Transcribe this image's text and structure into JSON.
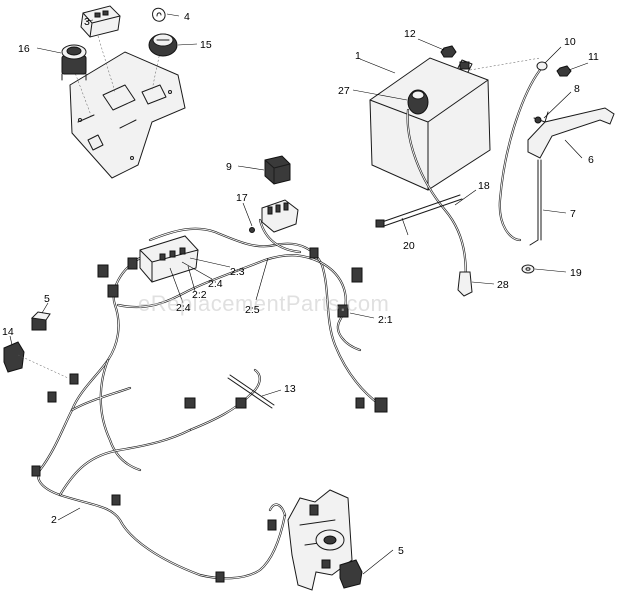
{
  "watermark": "eReplacementParts.com",
  "callouts": [
    {
      "id": "c1",
      "text": "1"
    },
    {
      "id": "c2",
      "text": "2"
    },
    {
      "id": "c2_1",
      "text": "2:1"
    },
    {
      "id": "c2_2",
      "text": "2:2"
    },
    {
      "id": "c2_3",
      "text": "2:3"
    },
    {
      "id": "c2_4a",
      "text": "2:4"
    },
    {
      "id": "c2_4b",
      "text": "2:4"
    },
    {
      "id": "c2_5",
      "text": "2:5"
    },
    {
      "id": "c3",
      "text": "3"
    },
    {
      "id": "c4",
      "text": "4"
    },
    {
      "id": "c5a",
      "text": "5"
    },
    {
      "id": "c5b",
      "text": "5"
    },
    {
      "id": "c6",
      "text": "6"
    },
    {
      "id": "c7",
      "text": "7"
    },
    {
      "id": "c8",
      "text": "8"
    },
    {
      "id": "c9",
      "text": "9"
    },
    {
      "id": "c10",
      "text": "10"
    },
    {
      "id": "c11",
      "text": "11"
    },
    {
      "id": "c12",
      "text": "12"
    },
    {
      "id": "c13",
      "text": "13"
    },
    {
      "id": "c14",
      "text": "14"
    },
    {
      "id": "c15",
      "text": "15"
    },
    {
      "id": "c16",
      "text": "16"
    },
    {
      "id": "c17",
      "text": "17"
    },
    {
      "id": "c18",
      "text": "18"
    },
    {
      "id": "c19",
      "text": "19"
    },
    {
      "id": "c20",
      "text": "20"
    },
    {
      "id": "c27",
      "text": "27"
    },
    {
      "id": "c28",
      "text": "28"
    }
  ]
}
